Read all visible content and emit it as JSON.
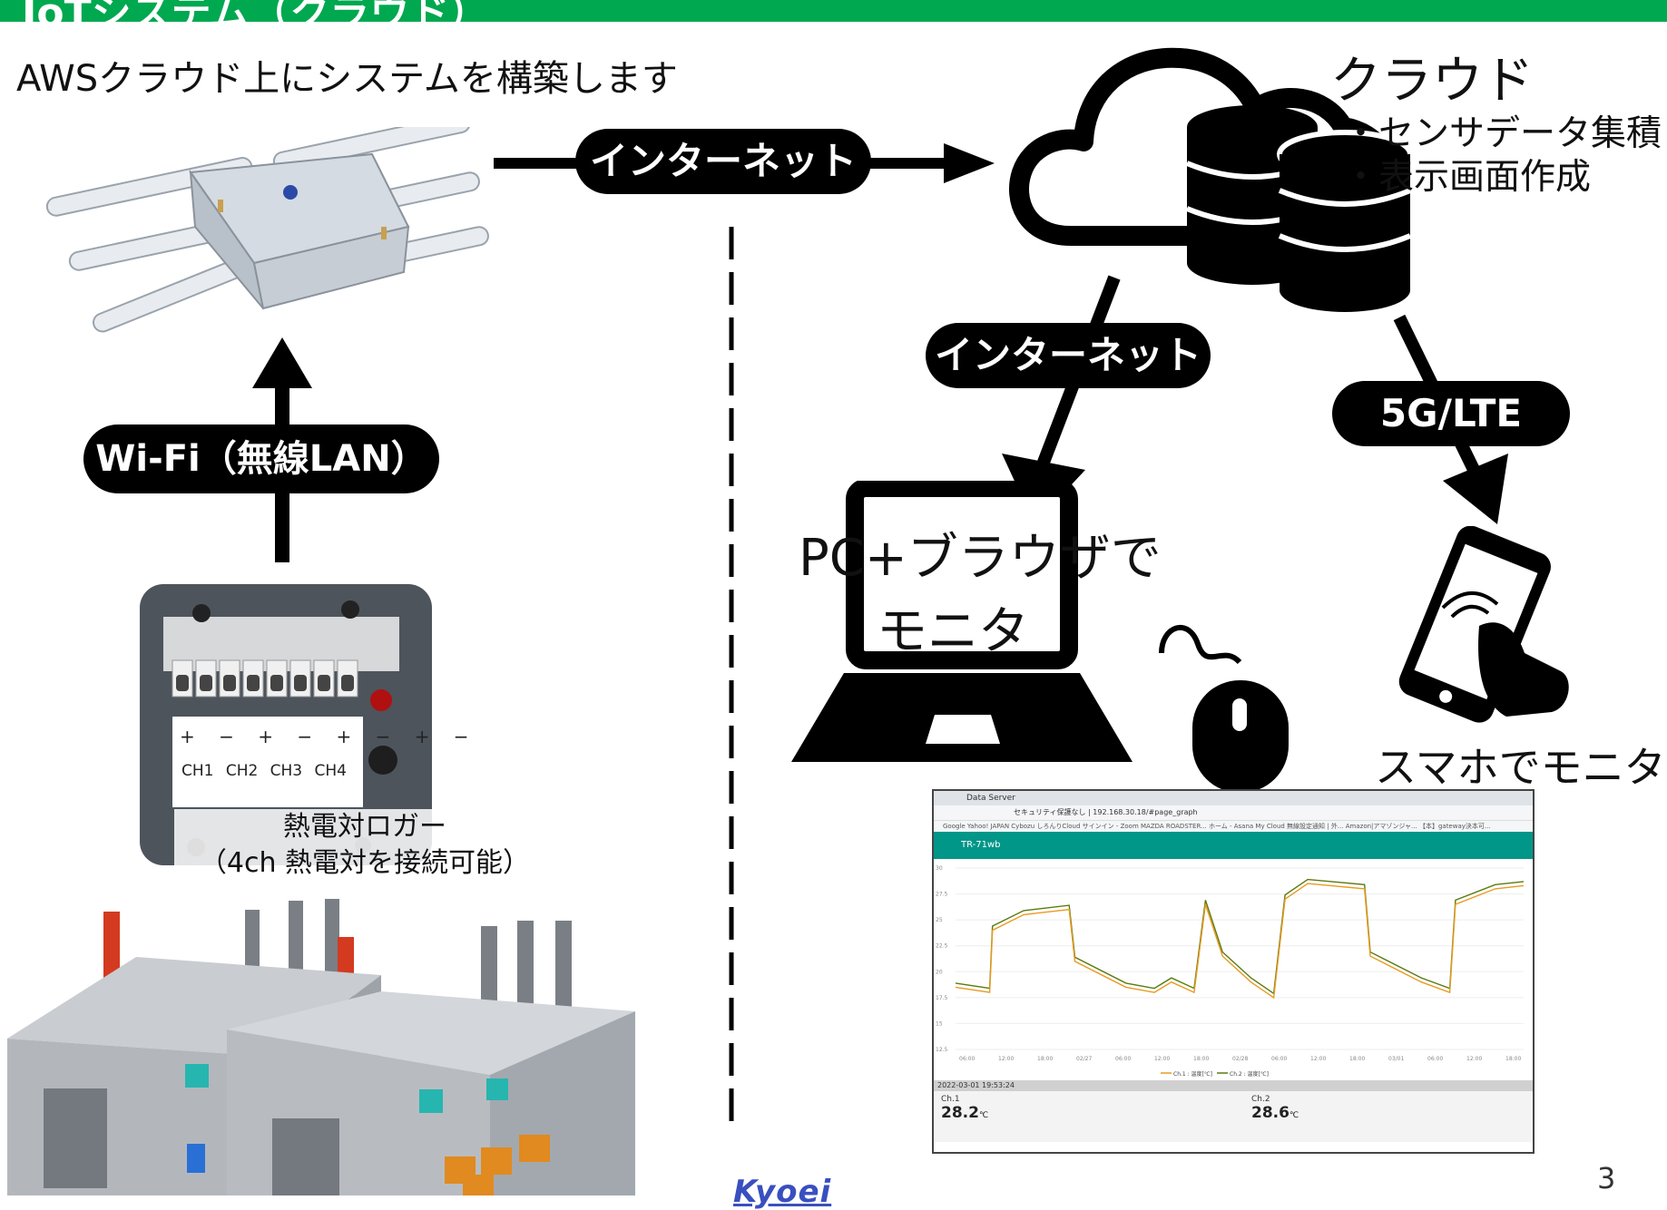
{
  "header": {
    "title": "IoTシステム（クラウド）"
  },
  "intro_text": "AWSクラウド上にシステムを構築します",
  "links": {
    "wifi_label": "Wi-Fi（無線LAN）",
    "internet_label_top": "インターネット",
    "internet_label_pc": "インターネット",
    "mobile_label": "5G/LTE"
  },
  "cloud": {
    "title": "クラウド",
    "items": [
      "・センサデータ集積",
      "・表示画面作成"
    ]
  },
  "pc_label": [
    "PC+ブラウザで",
    "モニタ"
  ],
  "phone_label": "スマホでモニタ",
  "logger": {
    "polarity": "+ − + − + − + −",
    "channels": [
      "CH1",
      "CH2",
      "CH3",
      "CH4"
    ],
    "label_line1": "熱電対ロガー",
    "label_line2": "（4ch 熱電対を接続可能）"
  },
  "browser": {
    "tab_title": "Data Server",
    "address": "セキュリティ保護なし | 192.168.30.18/#page_graph",
    "bookmarks": "Google  Yahoo! JAPAN  Cybozu  しろんりCloud  サインイン - Zoom  MAZDA ROADSTER...  ホーム - Asana  My Cloud  無線設定通知 | 外...  Amazon|アマゾンジャ...  【本】gateway決本可...",
    "app_title": "TR-71wb",
    "y_ticks": [
      "30",
      "27.5",
      "25",
      "22.5",
      "20",
      "17.5",
      "15",
      "12.5"
    ],
    "x_ticks": [
      "06:00",
      "12:00",
      "18:00",
      "02/27",
      "06:00",
      "12:00",
      "18:00",
      "02/28",
      "06:00",
      "12:00",
      "18:00",
      "03/01",
      "06:00",
      "12:00",
      "18:00"
    ],
    "legend": [
      "Ch.1 : 温度[℃]",
      "Ch.2 : 温度[℃]"
    ],
    "timestamp": "2022-03-01 19:53:24",
    "readings": [
      {
        "name": "Ch.1",
        "value": "28.2",
        "unit": "℃"
      },
      {
        "name": "Ch.2",
        "value": "28.6",
        "unit": "℃"
      }
    ]
  },
  "page_number": "3",
  "brand": "Kyoei",
  "colors": {
    "header_green": "#00a84f",
    "pill_black": "#000000",
    "app_teal": "#009688",
    "ch1_line": "#5a7a10",
    "ch2_line": "#e89a20"
  }
}
